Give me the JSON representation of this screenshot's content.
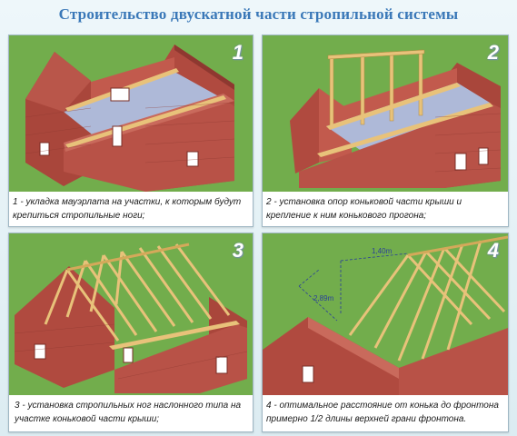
{
  "title": "Строительство двускатной части стропильной системы",
  "panels": [
    {
      "number": "1",
      "caption": "1 - укладка мауэрлата на участки, к которым будут крепиться стропильные ноги;"
    },
    {
      "number": "2",
      "caption": "2 - установка опор коньковой части крыши и крепление к ним конькового прогона;"
    },
    {
      "number": "3",
      "caption": "3 - установка стропильных ног наслонного типа на участке коньковой части крыши;"
    },
    {
      "number": "4",
      "caption": "4 - оптимальное расстояние от конька до фронтона примерно 1/2 длины верхней грани фронтона."
    }
  ],
  "dimensions": {
    "horizontal": "1,40m",
    "vertical": "2,89m"
  },
  "colors": {
    "title": "#3a78b8",
    "grass": "#6fae4a",
    "brick": "#a7443b",
    "brick_light": "#c0584c",
    "timber": "#e8c27a",
    "floor": "#aeb9d8"
  }
}
